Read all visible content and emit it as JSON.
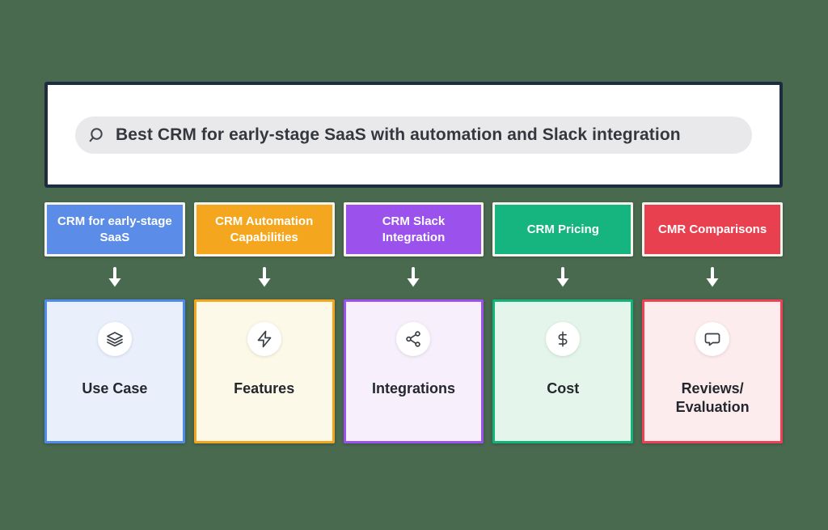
{
  "canvas": {
    "background_color": "#4a6a50"
  },
  "search_panel": {
    "query": "Best CRM for early-stage SaaS with automation and Slack integration",
    "panel_bg": "#ffffff",
    "border_color": "#1d2c3f",
    "pill_bg": "#e9e9eb",
    "text_color": "#34383e"
  },
  "columns": [
    {
      "tag_label": "CRM for early-stage\nSaaS",
      "tag_color": "#5b8ce8",
      "card_label": "Use Case",
      "card_icon": "layers-icon",
      "card_border": "#4d8cea",
      "card_bg": "#e9f0fc"
    },
    {
      "tag_label": "CRM Automation\nCapabilities",
      "tag_color": "#f4a71e",
      "card_label": "Features",
      "card_icon": "lightning-icon",
      "card_border": "#f2a51d",
      "card_bg": "#fdf9e8"
    },
    {
      "tag_label": "CRM Slack\nIntegration",
      "tag_color": "#9b51ec",
      "card_label": "Integrations",
      "card_icon": "share-icon",
      "card_border": "#9b51ec",
      "card_bg": "#f7effb"
    },
    {
      "tag_label": "CRM Pricing",
      "tag_color": "#16b47e",
      "card_label": "Cost",
      "card_icon": "dollar-icon",
      "card_border": "#12b378",
      "card_bg": "#e4f6ec"
    },
    {
      "tag_label": "CMR Comparisons",
      "tag_color": "#e9404f",
      "card_label": "Reviews/\nEvaluation",
      "card_icon": "chat-icon",
      "card_border": "#ef4054",
      "card_bg": "#fdecee"
    }
  ]
}
